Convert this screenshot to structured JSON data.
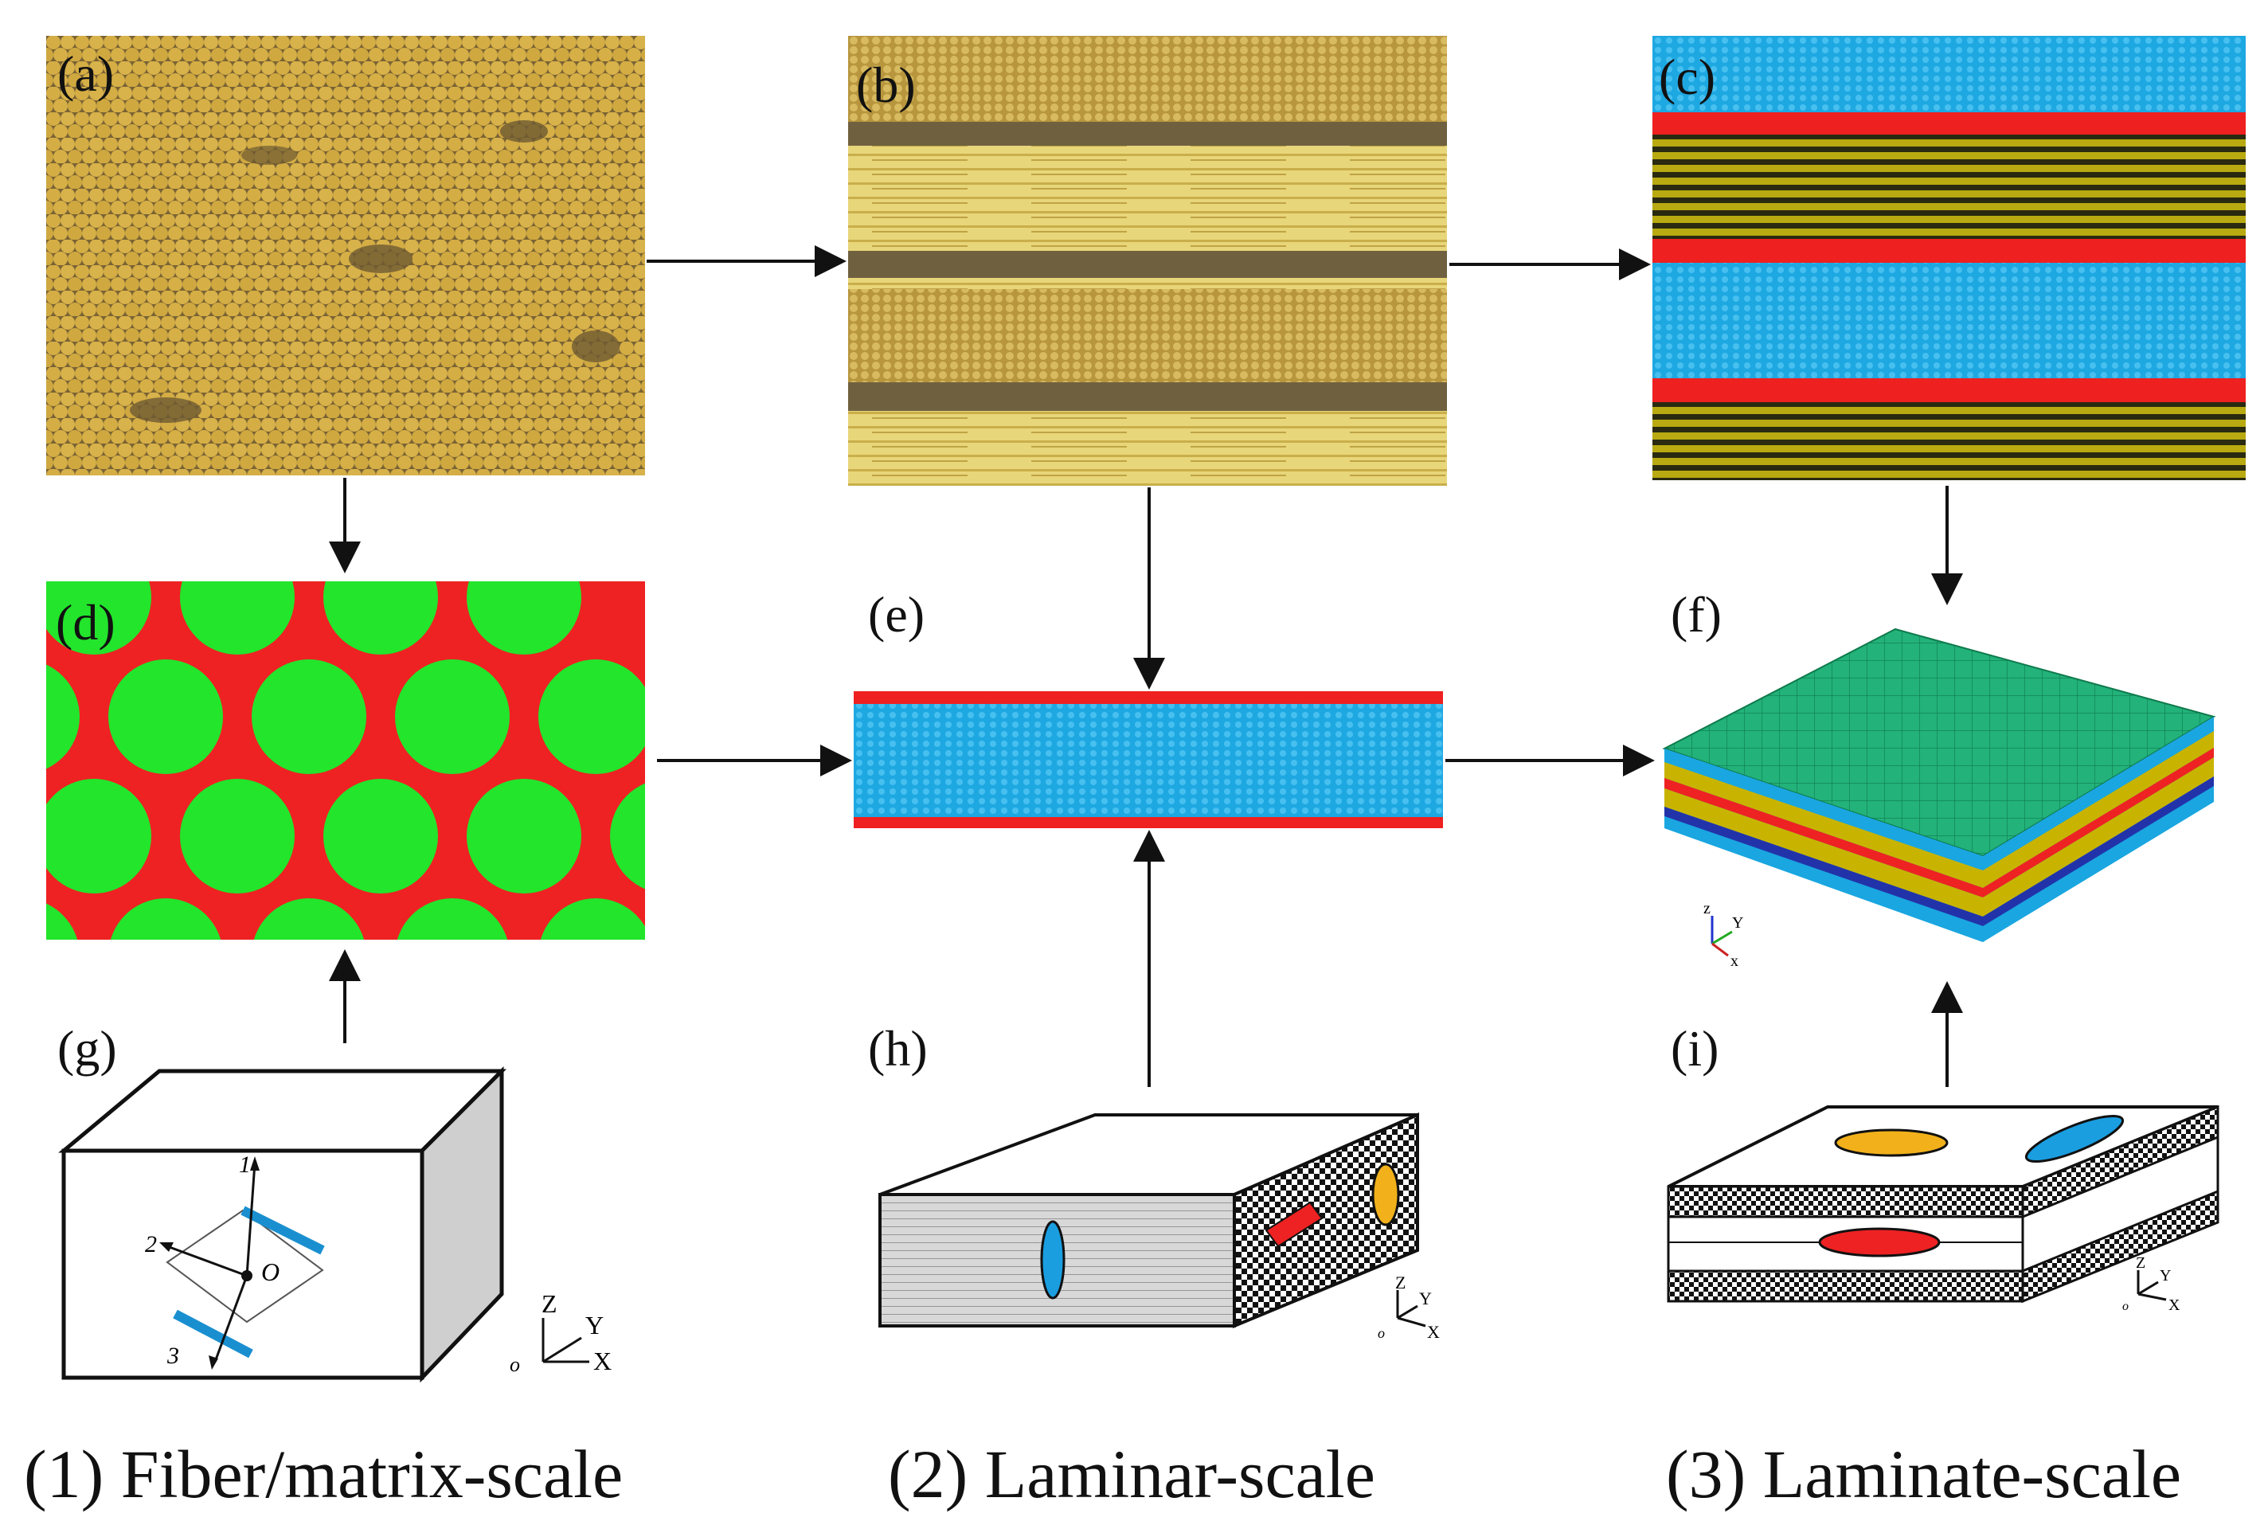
{
  "panel_labels": {
    "a": "(a)",
    "b": "(b)",
    "c": "(c)",
    "d": "(d)",
    "e": "(e)",
    "f": "(f)",
    "g": "(g)",
    "h": "(h)",
    "i": "(i)"
  },
  "captions": {
    "fiber_matrix": "(1) Fiber/matrix-scale",
    "laminar": "(2) Laminar-scale",
    "laminate": "(3) Laminate-scale"
  },
  "axes": {
    "g": {
      "x": "X",
      "y": "Y",
      "z": "Z",
      "o": "o",
      "local_1": "1",
      "local_2": "2",
      "local_3": "3",
      "origin": "O"
    },
    "f": {
      "x": "x",
      "y": "Y",
      "z": "z"
    },
    "h": {
      "x": "X",
      "y": "Y",
      "z": "Z",
      "o": "o"
    },
    "i": {
      "x": "X",
      "y": "Y",
      "z": "Z",
      "o": "o"
    }
  },
  "colors": {
    "fiber_gold": "#c9a43c",
    "matrix_dark": "#6e5a32",
    "mesh_blue": "#1aa6e0",
    "interface_red": "#ee2222",
    "fiber_green": "#22e52c",
    "layer_yellow": "#c8b400",
    "surface_teal": "#22b27a",
    "inclusion_orange": "#f2b11a",
    "arrow": "#111111"
  }
}
